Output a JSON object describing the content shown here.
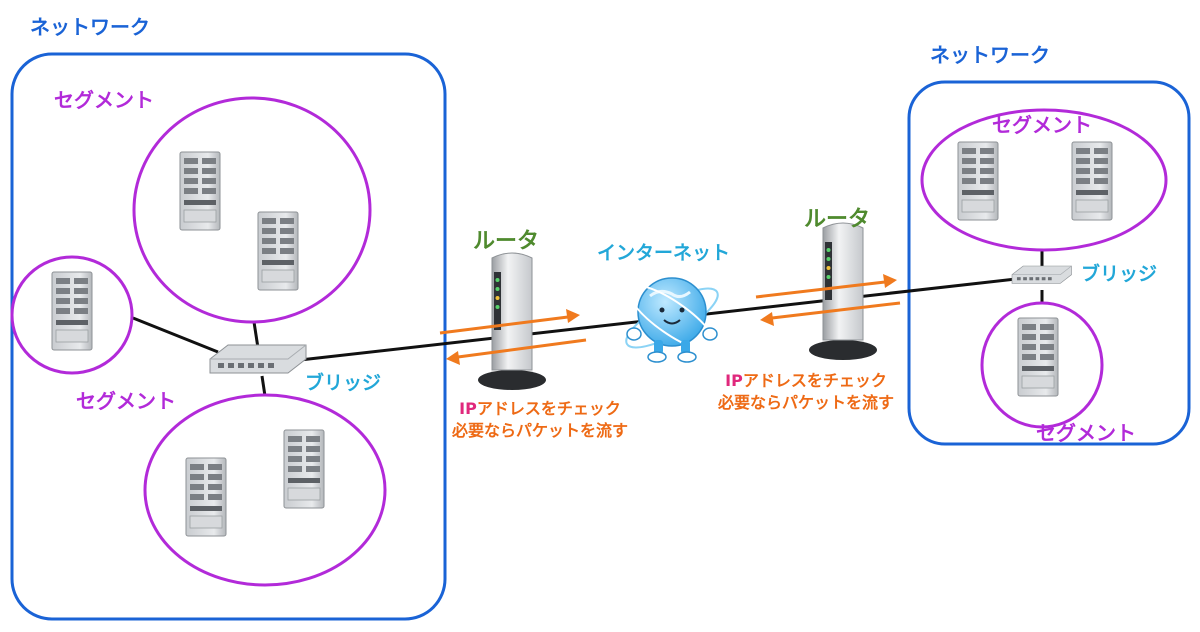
{
  "colors": {
    "network": "#1a63d6",
    "segment": "#b22ad9",
    "router_label": "#4f8a2e",
    "bridge_label": "#22a7d8",
    "arrow": "#f07a1e",
    "note_text": "#ee6a15",
    "note_ip": "#e0287c"
  },
  "left_network": {
    "title": "ネットワーク",
    "segments": [
      "セグメント",
      "セグメント"
    ],
    "bridge_label": "ブリッジ",
    "server_count": 5
  },
  "right_network": {
    "title": "ネットワーク",
    "segments": [
      "セグメント",
      "セグメント"
    ],
    "bridge_label": "ブリッジ",
    "server_count": 3
  },
  "routers": [
    {
      "label": "ルータ",
      "note_line1_ip": "IP",
      "note_line1_rest": "アドレスをチェック",
      "note_line2": "必要ならパケットを流す"
    },
    {
      "label": "ルータ",
      "note_line1_ip": "IP",
      "note_line1_rest": "アドレスをチェック",
      "note_line2": "必要ならパケットを流す"
    }
  ],
  "internet": {
    "label": "インターネット",
    "icon": "globe-mascot-icon"
  }
}
